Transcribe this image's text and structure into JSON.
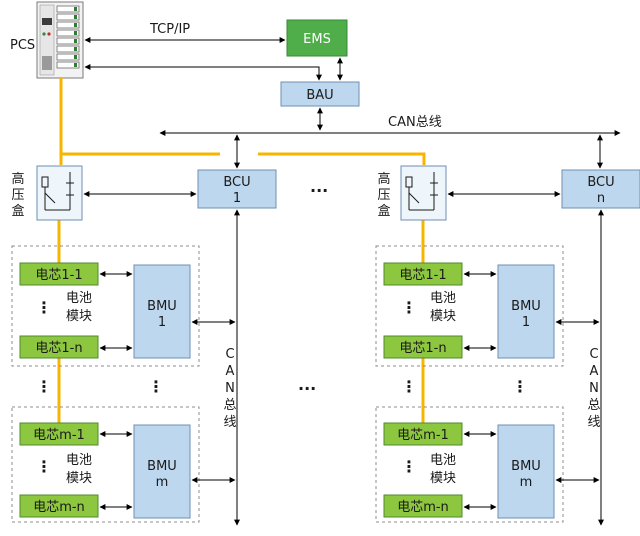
{
  "pcs": {
    "label": "PCS"
  },
  "ems": {
    "label": "EMS"
  },
  "bau": {
    "label": "BAU"
  },
  "tcpip": {
    "label": "TCP/IP"
  },
  "can_bus": {
    "label": "CAN总线"
  },
  "hv_box": {
    "label_chars": [
      "高",
      "压",
      "盒"
    ]
  },
  "bcu": [
    {
      "line1": "BCU",
      "line2": "1"
    },
    {
      "line1": "BCU",
      "line2": "n"
    }
  ],
  "middle_dots": "...",
  "cluster": {
    "module1": {
      "cell_top": "电芯1-1",
      "cell_bottom": "电芯1-n",
      "module_label": [
        "电池",
        "模块"
      ],
      "bmu": {
        "line1": "BMU",
        "line2": "1"
      }
    },
    "modulem": {
      "cell_top": "电芯m-1",
      "cell_bottom": "电芯m-n",
      "module_label": [
        "电池",
        "模块"
      ],
      "bmu": {
        "line1": "BMU",
        "line2": "m"
      }
    },
    "vertical_dots": "⋮",
    "can_vertical_chars": [
      "C",
      "A",
      "N",
      "总",
      "线"
    ]
  },
  "colors": {
    "ems_fill": "#4fae4a",
    "cell_fill": "#8dc63f",
    "bmu_fill": "#bdd7ee",
    "power_line": "#f7b500"
  }
}
